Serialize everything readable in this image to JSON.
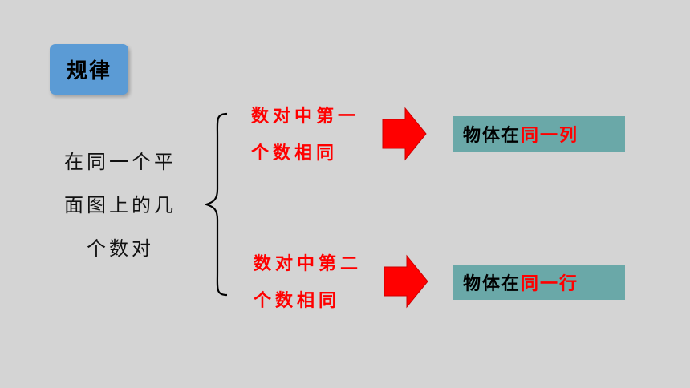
{
  "badge": {
    "label": "规律"
  },
  "premise": {
    "line1": "在同一个平",
    "line2": "面图上的几",
    "line3": "个数对"
  },
  "conditions": [
    {
      "line1": "数对中第一",
      "line2": "个数相同"
    },
    {
      "line1": "数对中第二",
      "line2": "个数相同"
    }
  ],
  "results": [
    {
      "prefix": "物体在",
      "highlight": "同一列"
    },
    {
      "prefix": "物体在",
      "highlight": "同一行"
    }
  ],
  "colors": {
    "background": "#d4d4d4",
    "badge": "#5b9bd5",
    "result_box": "#6aa8a8",
    "accent_red": "#ff0000"
  }
}
